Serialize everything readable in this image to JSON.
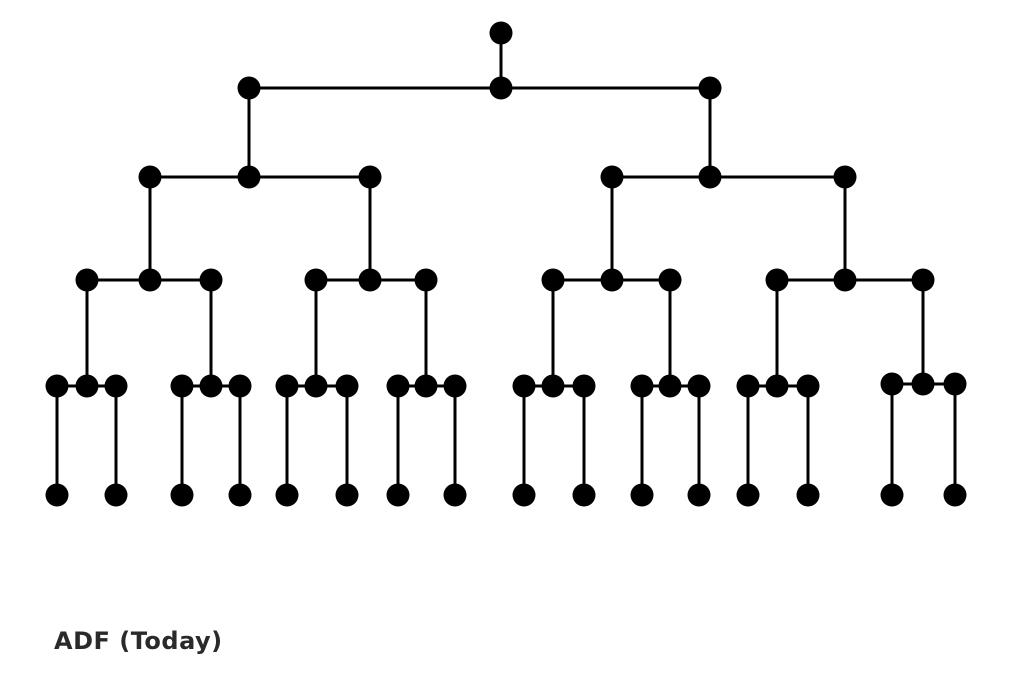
{
  "caption": "ADF (Today)",
  "colors": {
    "node": "#000000",
    "edge": "#000000",
    "caption": "#2a2a2a",
    "background": "#ffffff"
  },
  "tree": {
    "id": "root",
    "children": [
      {
        "id": "l",
        "children": [
          {
            "id": "ll",
            "children": [
              {
                "id": "lll",
                "children": [
                  {
                    "id": "llll",
                    "children": [
                      {
                        "id": "lllll",
                        "children": [
                          {
                            "id": "llllll"
                          }
                        ]
                      }
                    ]
                  },
                  {
                    "id": "lllr",
                    "children": [
                      {
                        "id": "lllrl",
                        "children": [
                          {
                            "id": "lllrll"
                          }
                        ]
                      }
                    ]
                  }
                ]
              },
              {
                "id": "llr",
                "children": [
                  {
                    "id": "llrl",
                    "children": [
                      {
                        "id": "llrll",
                        "children": [
                          {
                            "id": "llrlll"
                          }
                        ]
                      }
                    ]
                  },
                  {
                    "id": "llrr",
                    "children": [
                      {
                        "id": "llrrl",
                        "children": [
                          {
                            "id": "llrrll"
                          }
                        ]
                      }
                    ]
                  }
                ]
              }
            ]
          },
          {
            "id": "lr",
            "children": [
              {
                "id": "lrl",
                "children": [
                  {
                    "id": "lrll",
                    "children": [
                      {
                        "id": "lrlll",
                        "children": [
                          {
                            "id": "lrllll"
                          }
                        ]
                      }
                    ]
                  },
                  {
                    "id": "lrlr",
                    "children": [
                      {
                        "id": "lrlrl",
                        "children": [
                          {
                            "id": "lrlrll"
                          }
                        ]
                      }
                    ]
                  }
                ]
              },
              {
                "id": "lrr",
                "children": [
                  {
                    "id": "lrrl",
                    "children": [
                      {
                        "id": "lrrll",
                        "children": [
                          {
                            "id": "lrrlll"
                          }
                        ]
                      }
                    ]
                  },
                  {
                    "id": "lrrr",
                    "children": [
                      {
                        "id": "lrrrl",
                        "children": [
                          {
                            "id": "lrrrll"
                          }
                        ]
                      }
                    ]
                  }
                ]
              }
            ]
          }
        ]
      },
      {
        "id": "r",
        "children": [
          {
            "id": "rl",
            "children": [
              {
                "id": "rll",
                "children": [
                  {
                    "id": "rlll",
                    "children": [
                      {
                        "id": "rllll",
                        "children": [
                          {
                            "id": "rlllll"
                          }
                        ]
                      }
                    ]
                  },
                  {
                    "id": "rllr",
                    "children": [
                      {
                        "id": "rllrl",
                        "children": [
                          {
                            "id": "rllrll"
                          }
                        ]
                      }
                    ]
                  }
                ]
              },
              {
                "id": "rlr",
                "children": [
                  {
                    "id": "rlrl",
                    "children": [
                      {
                        "id": "rlrll",
                        "children": [
                          {
                            "id": "rlrlll"
                          }
                        ]
                      }
                    ]
                  },
                  {
                    "id": "rlrr",
                    "children": [
                      {
                        "id": "rlrrl",
                        "children": [
                          {
                            "id": "rlrrll"
                          }
                        ]
                      }
                    ]
                  }
                ]
              }
            ]
          },
          {
            "id": "rr",
            "children": [
              {
                "id": "rrl",
                "children": [
                  {
                    "id": "rrll",
                    "children": [
                      {
                        "id": "rrlll",
                        "children": [
                          {
                            "id": "rrllll"
                          }
                        ]
                      }
                    ]
                  },
                  {
                    "id": "rrlr",
                    "children": [
                      {
                        "id": "rrlrl",
                        "children": [
                          {
                            "id": "rrlrll"
                          }
                        ]
                      }
                    ]
                  }
                ]
              },
              {
                "id": "rrr",
                "children": [
                  {
                    "id": "rrrl",
                    "children": [
                      {
                        "id": "rrrll",
                        "children": [
                          {
                            "id": "rrrlll"
                          }
                        ]
                      }
                    ]
                  },
                  {
                    "id": "rrrr",
                    "children": [
                      {
                        "id": "rrrrl",
                        "children": [
                          {
                            "id": "rrrrll"
                          }
                        ]
                      }
                    ]
                  }
                ]
              }
            ]
          }
        ]
      }
    ]
  }
}
